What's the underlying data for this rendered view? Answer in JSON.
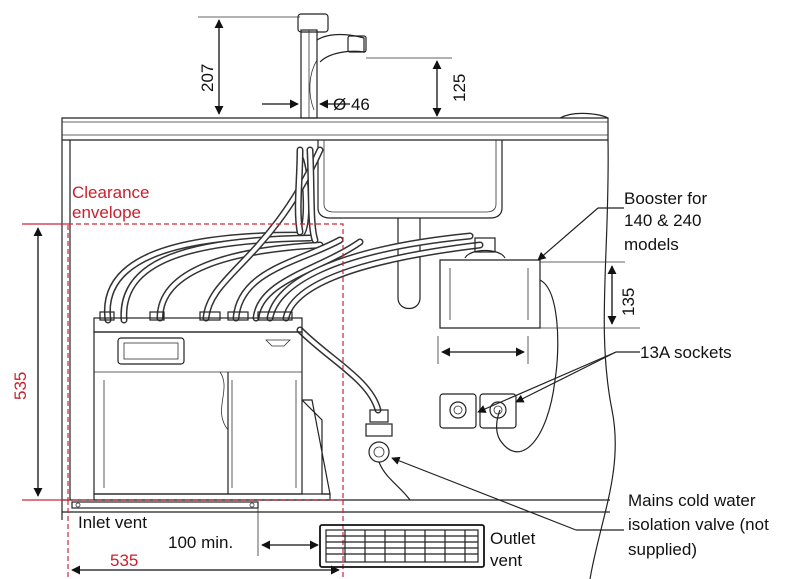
{
  "labels": {
    "dim_207": "207",
    "dim_125": "125",
    "dim_diameter": "Ø 46",
    "clearance_line1": "Clearance",
    "clearance_line2": "envelope",
    "dim_535_vertical": "535",
    "booster_line1": "Booster for",
    "booster_line2": "140 & 240",
    "booster_line3": "models",
    "dim_135": "135",
    "sockets": "13A sockets",
    "mains_line1": "Mains cold water",
    "mains_line2": "isolation valve (not",
    "mains_line3": "supplied)",
    "inlet_vent": "Inlet vent",
    "dim_100min": "100 min.",
    "outlet_line1": "Outlet",
    "outlet_line2": "vent",
    "dim_535_horizontal": "535"
  },
  "colors": {
    "clearance": "#d0263a",
    "linework": "#222222"
  }
}
